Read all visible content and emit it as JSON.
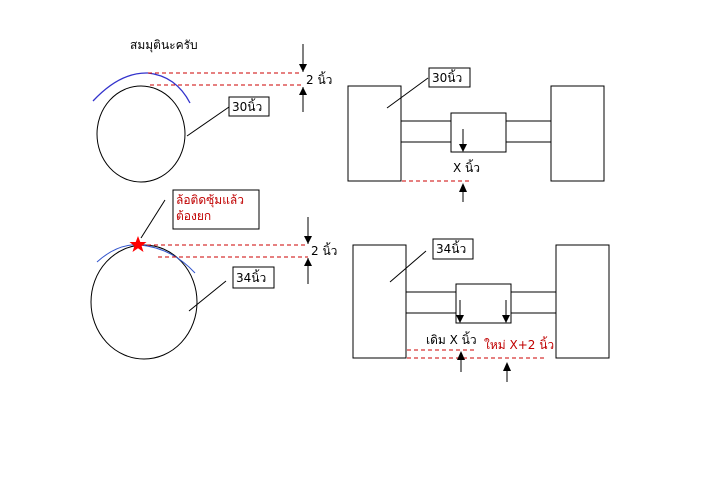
{
  "title": "สมมุตินะครับ",
  "top_wheel": {
    "size_label": "30นิ้ว",
    "gap_label": "2 นิ้ว"
  },
  "top_axle": {
    "size_label": "30นิ้ว",
    "clearance_label": "X นิ้ว"
  },
  "bottom_wheel": {
    "warning_label_line1": "ล้อติดซุ้มแล้ว",
    "warning_label_line2": "ต้องยก",
    "size_label": "34นิ้ว",
    "gap_label": "2 นิ้ว"
  },
  "bottom_axle": {
    "size_label": "34นิ้ว",
    "old_clearance_label": "เดิม X นิ้ว",
    "new_clearance_label": "ใหม่ X+2 นิ้ว"
  },
  "colors": {
    "line": "#000000",
    "fender": "#3333cc",
    "dashed": "#cc0000",
    "warning_text": "#c00000",
    "star": "#ff0000"
  }
}
